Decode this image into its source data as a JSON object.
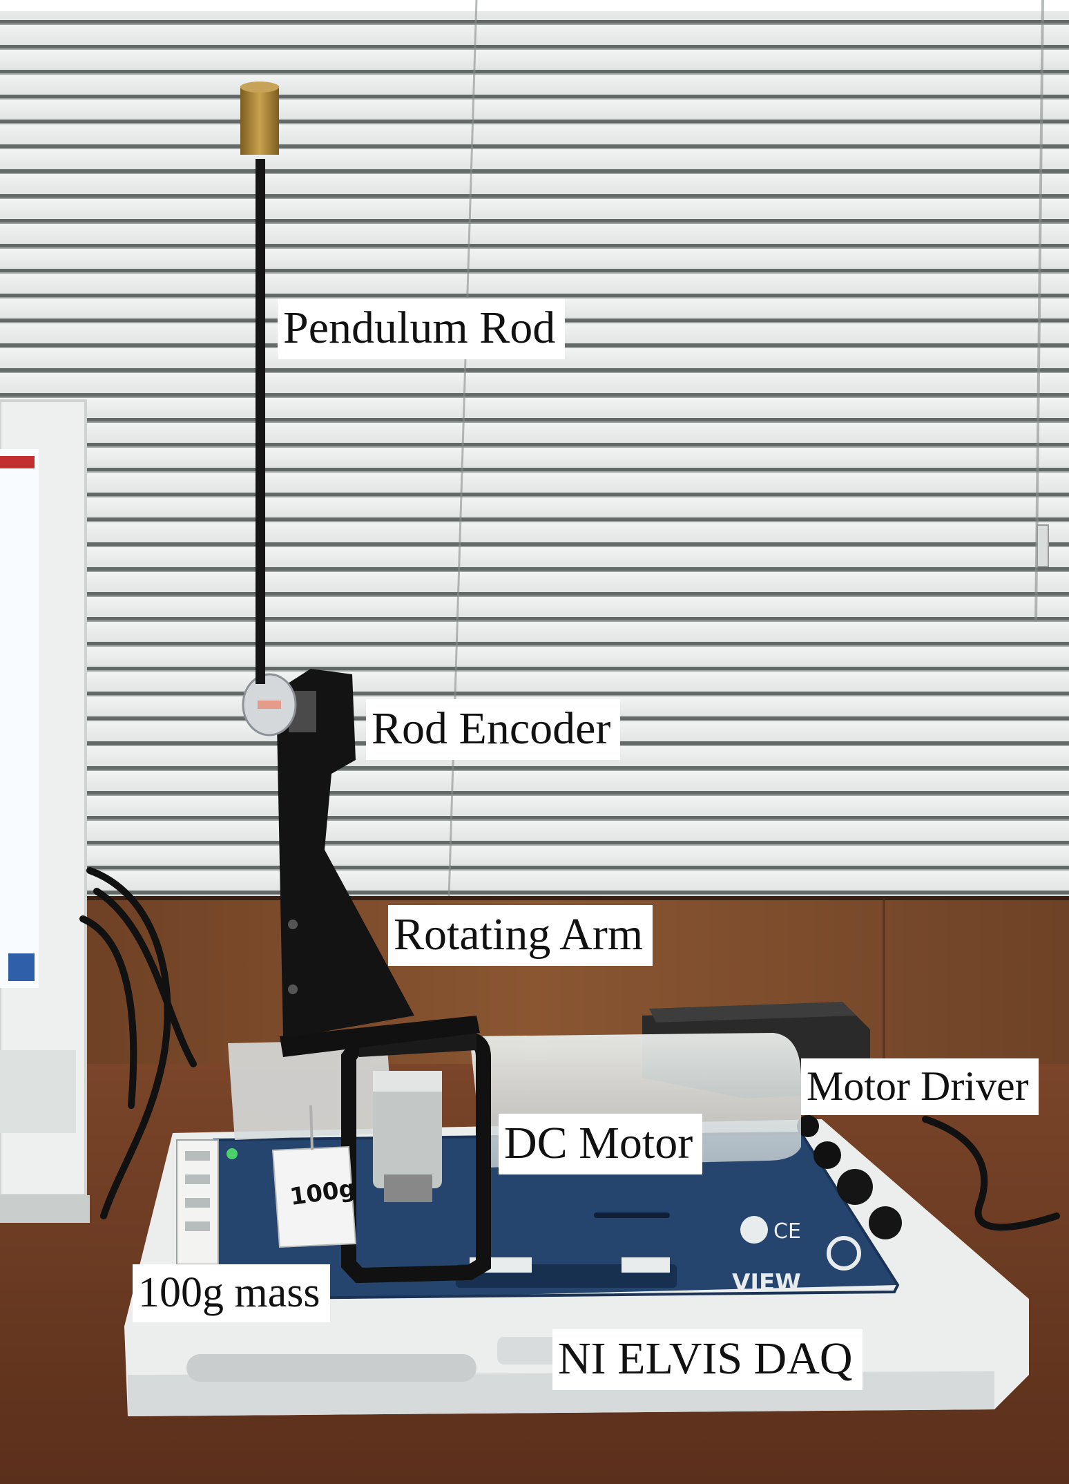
{
  "labels": {
    "pendulum_rod": "Pendulum Rod",
    "rod_encoder": "Rod Encoder",
    "rotating_arm": "Rotating Arm",
    "motor_driver": "Motor Driver",
    "dc_motor": "DC Motor",
    "mass": "100g mass",
    "daq": "NI ELVIS DAQ"
  },
  "photo": {
    "mass_tag": "100g",
    "board_brand": "VIEW"
  },
  "colors": {
    "blinds": "#e2e5e3",
    "wood_wall": "#7a4a2a",
    "desk": "#6b3a22",
    "board_blue": "#25456e",
    "base_white": "#eceeee",
    "brass": "#a88436",
    "rod": "#151515"
  }
}
